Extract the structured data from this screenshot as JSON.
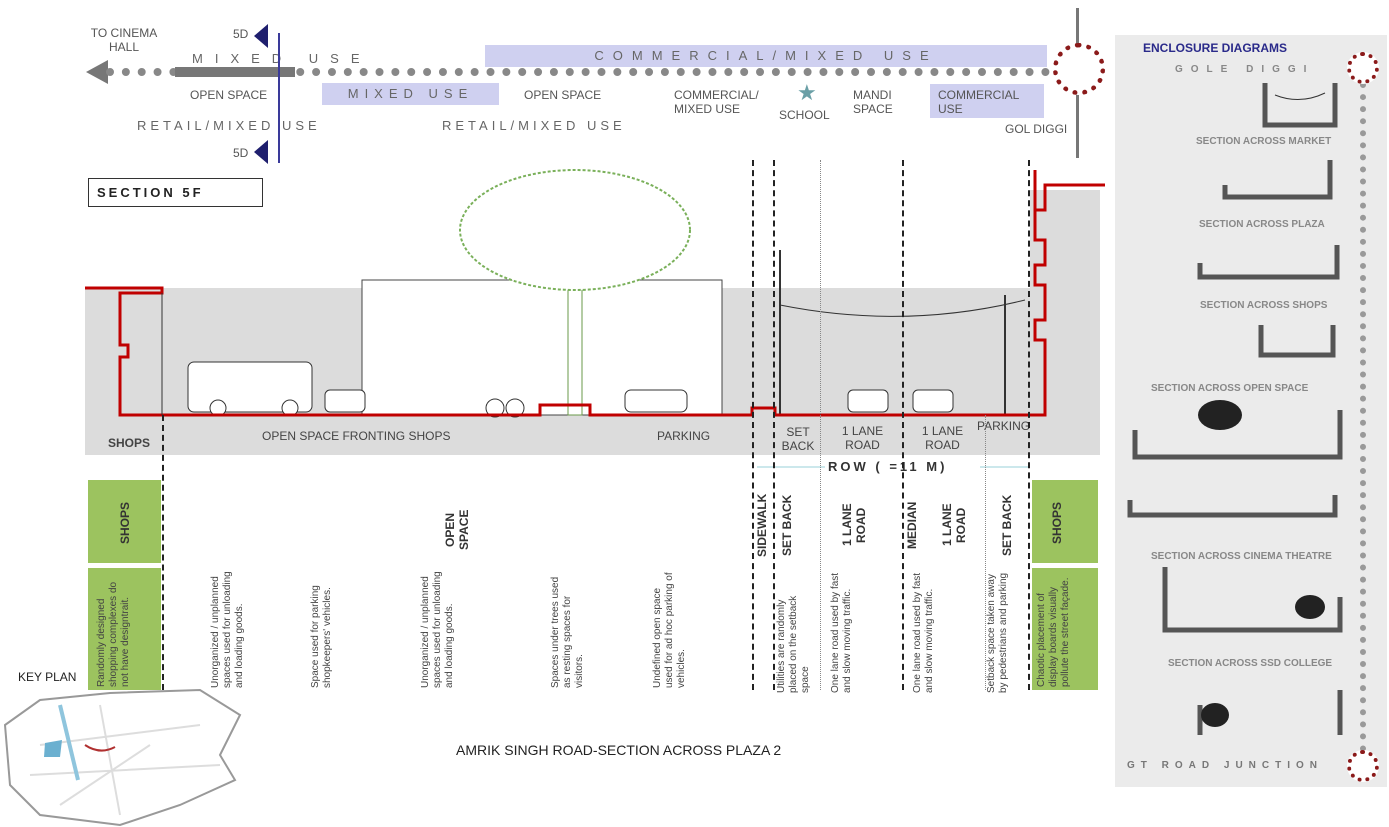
{
  "top_strip": {
    "to_cinema_hall": "TO CINEMA HALL",
    "mixed_use_1": "MIXED USE",
    "commercial_mixed_use": "COMMERCIAL/MIXED USE",
    "open_space_1": "OPEN SPACE",
    "mixed_use_2": "MIXED USE",
    "open_space_2": "OPEN SPACE",
    "commercial_mixed_use_2": "COMMERCIAL/ MIXED USE",
    "school": "SCHOOL",
    "mandi_space": "MANDI SPACE",
    "commercial_use": "COMMERCIAL USE",
    "retail_1": "RETAIL/MIXED USE",
    "retail_2": "RETAIL/MIXED USE",
    "gol_diggi": "GOL DIGGI",
    "marker_top": "5D",
    "marker_bottom": "5D"
  },
  "section_title": "SECTION 5F",
  "section_labels": {
    "shops": "SHOPS",
    "open_space_fronting": "OPEN SPACE FRONTING SHOPS",
    "parking": "PARKING",
    "set_back": "SET BACK",
    "lane1": "1 LANE ROAD",
    "lane2": "1 LANE ROAD",
    "parking2": "PARKING",
    "row": "ROW ( =11 M)"
  },
  "columns": [
    {
      "head": "SHOPS",
      "desc": "Randomly designed shopping complexes do not have designtrait."
    },
    {
      "head": "",
      "desc": "Unorganized / unplanned spaces used for unloading and loading goods."
    },
    {
      "head": "",
      "desc": "Space used for parking shopkeepers' vehicles."
    },
    {
      "head": "OPEN SPACE",
      "desc": "Unorganized / unplanned spaces used for unloading and loading goods."
    },
    {
      "head": "",
      "desc": "Spaces under trees used as resting spaces for visitors."
    },
    {
      "head": "",
      "desc": "Undefined open space used for ad hoc parking of vehicles."
    },
    {
      "head": "SIDEWALK",
      "desc": ""
    },
    {
      "head": "SET BACK",
      "desc": "Utilities are randomly placed on the setback space"
    },
    {
      "head": "1 LANE ROAD",
      "desc": "One lane road used by fast and slow moving traffic."
    },
    {
      "head": "MEDIAN",
      "desc": ""
    },
    {
      "head": "1 LANE ROAD",
      "desc": "One lane road used by fast and slow moving traffic."
    },
    {
      "head": "SET BACK",
      "desc": "Setback space taken away by pedestrians and parking"
    },
    {
      "head": "SHOPS",
      "desc": "Chaotic placement of display boards visually pollute the street façade."
    }
  ],
  "key_plan": "KEY PLAN",
  "caption": "AMRIK SINGH ROAD-SECTION ACROSS PLAZA 2",
  "enclosure": {
    "title": "ENCLOSURE DIAGRAMS",
    "start": "GOLE DIGGI",
    "sections": [
      "SECTION ACROSS MARKET",
      "SECTION ACROSS PLAZA",
      "SECTION ACROSS SHOPS",
      "SECTION ACROSS OPEN SPACE",
      "SECTION ACROSS CINEMA THEATRE",
      "SECTION ACROSS SSD COLLEGE"
    ],
    "end": "GT ROAD JUNCTION"
  },
  "colors": {
    "wall": "#c00000",
    "green": "#9cc35f",
    "band": "#cfd0f0",
    "marker": "#1f1f6e",
    "node": "#8b1a1a"
  }
}
